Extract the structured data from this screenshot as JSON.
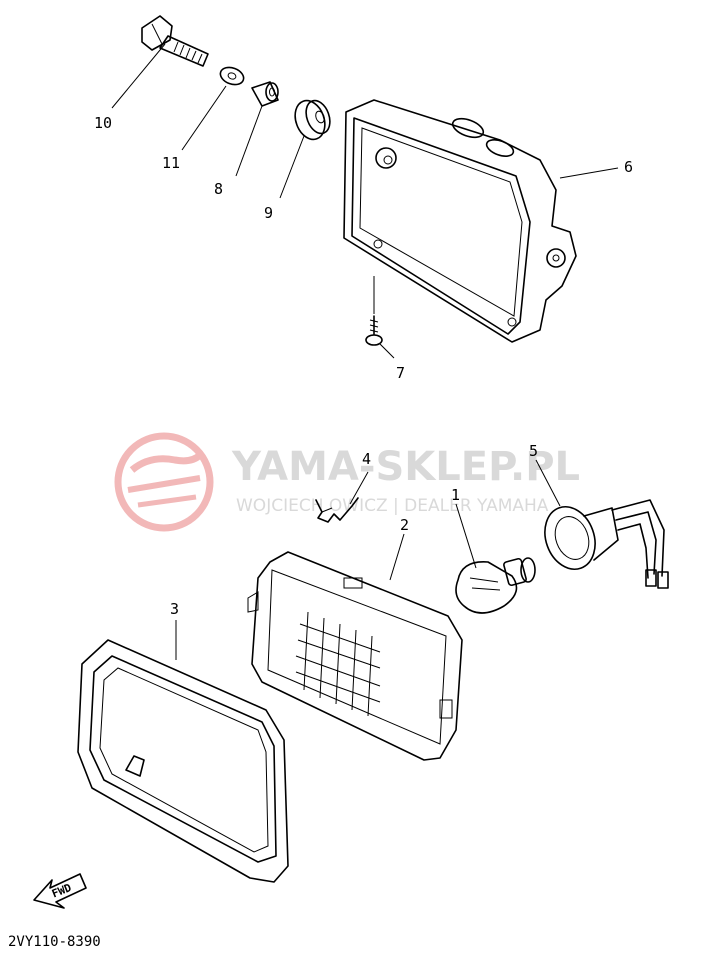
{
  "callouts": {
    "c1": "1",
    "c2": "2",
    "c3": "3",
    "c4": "4",
    "c5": "5",
    "c6": "6",
    "c7": "7",
    "c8": "8",
    "c9": "9",
    "c10": "10",
    "c11": "11"
  },
  "watermark": {
    "brand": "YAMA-SKLEP.PL",
    "dealer": "WOJCIECH OWICZ | DEALER YAMAHA",
    "logo_color": "#f2b8b8",
    "text_color": "#d9d9d9"
  },
  "direction_label": "FWD",
  "diagram_code": "2VY110-8390"
}
